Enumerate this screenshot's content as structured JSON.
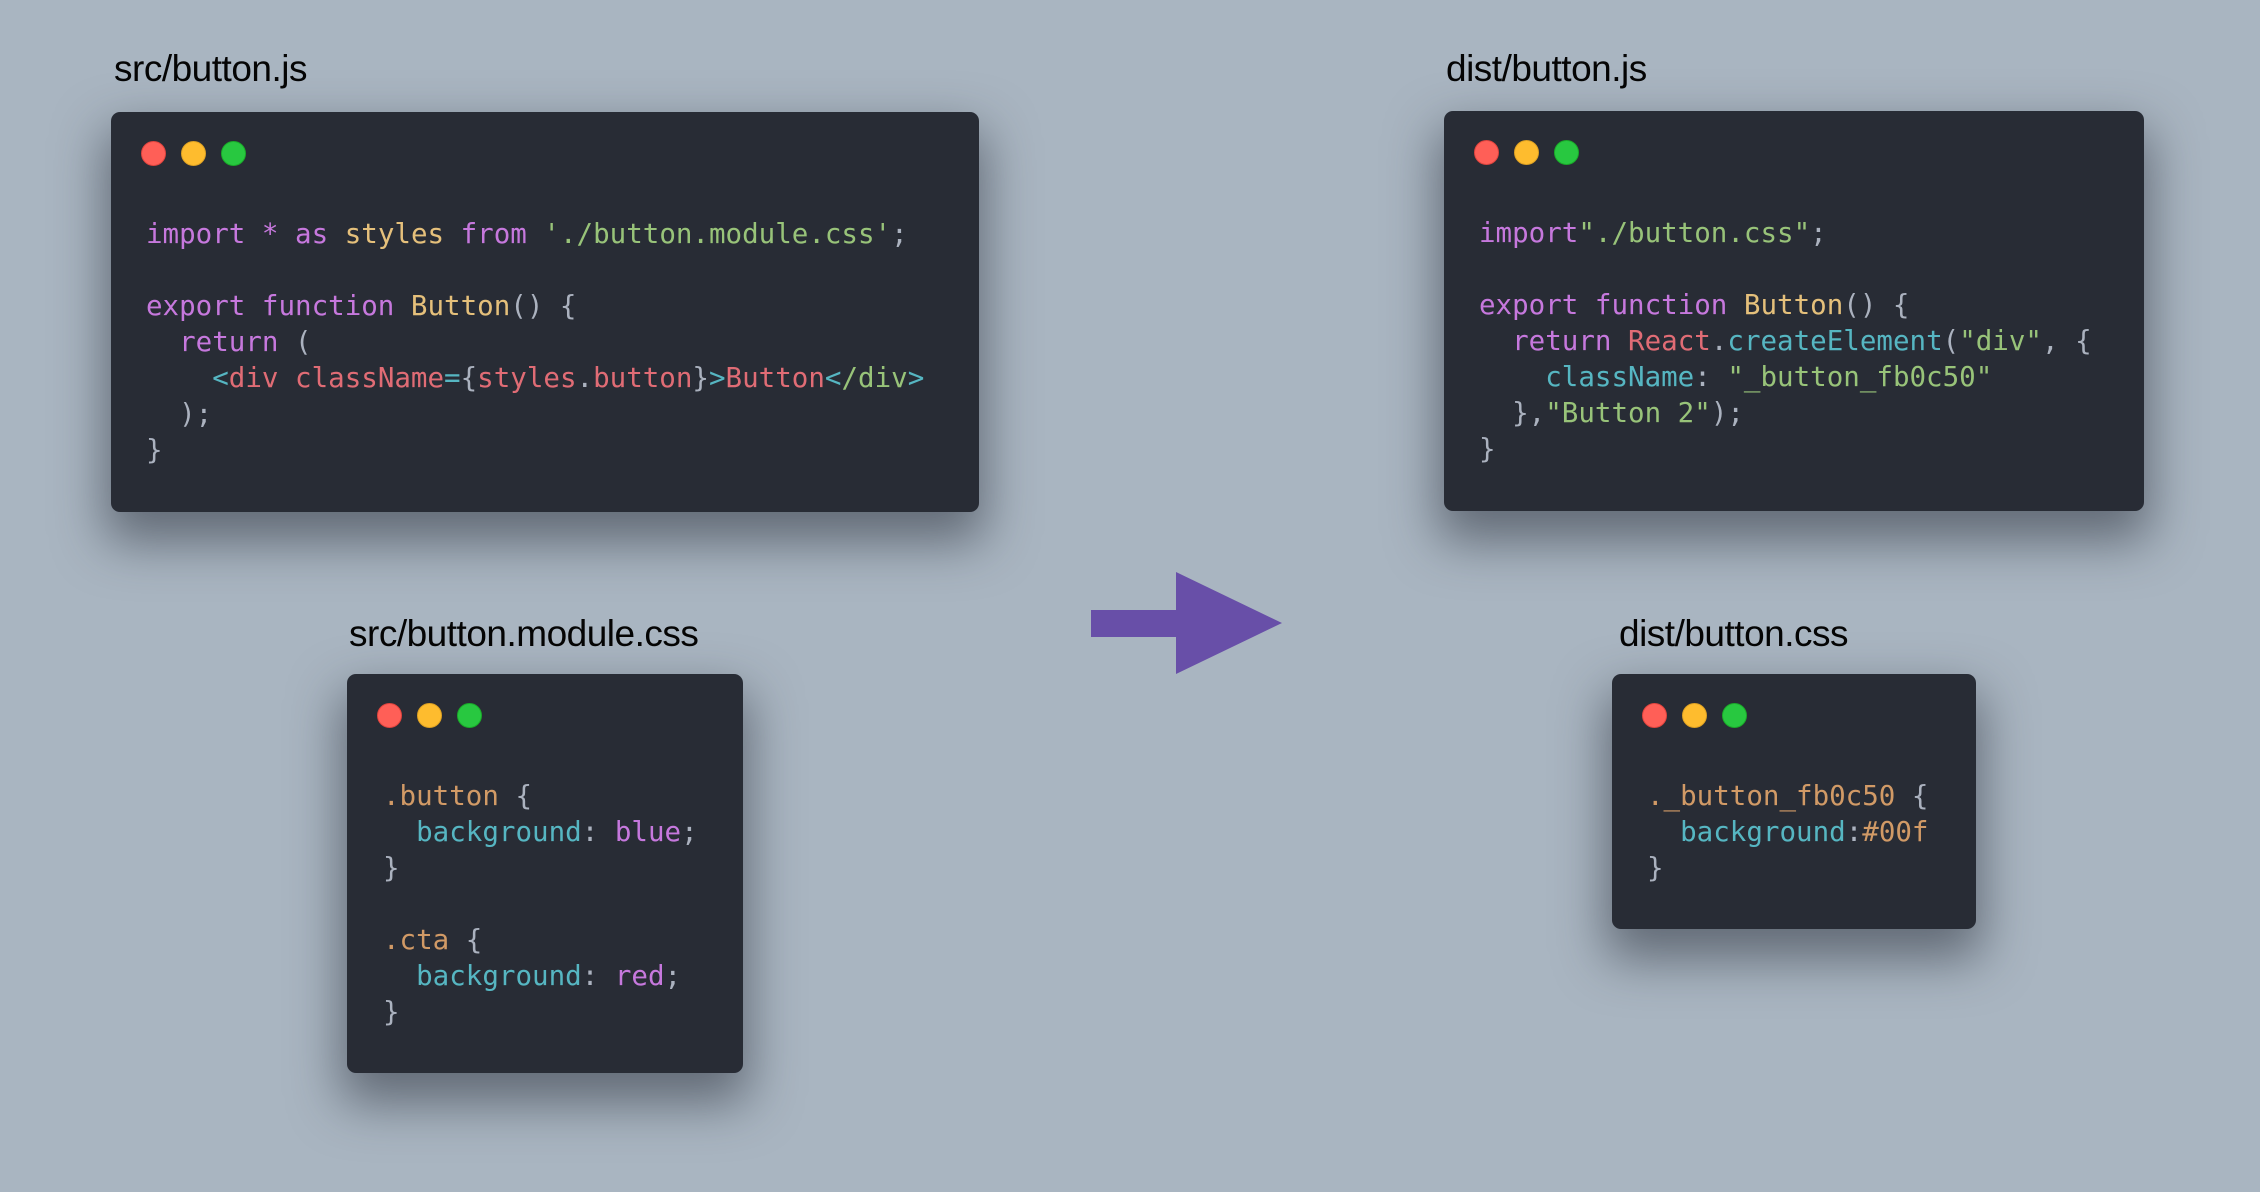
{
  "panels": {
    "src_js": {
      "title": "src/button.js",
      "lines": [
        [
          {
            "t": "import",
            "c": "kw"
          },
          {
            "t": " ",
            "c": "punc"
          },
          {
            "t": "*",
            "c": "kw"
          },
          {
            "t": " ",
            "c": "punc"
          },
          {
            "t": "as",
            "c": "kw"
          },
          {
            "t": " ",
            "c": "punc"
          },
          {
            "t": "styles",
            "c": "var"
          },
          {
            "t": " ",
            "c": "punc"
          },
          {
            "t": "from",
            "c": "kw"
          },
          {
            "t": " ",
            "c": "punc"
          },
          {
            "t": "'./button.module.css'",
            "c": "str"
          },
          {
            "t": ";",
            "c": "punc"
          }
        ],
        [],
        [
          {
            "t": "export",
            "c": "kw"
          },
          {
            "t": " ",
            "c": "punc"
          },
          {
            "t": "function",
            "c": "kw"
          },
          {
            "t": " ",
            "c": "punc"
          },
          {
            "t": "Button",
            "c": "fn"
          },
          {
            "t": "() {",
            "c": "punc"
          }
        ],
        [
          {
            "t": "  ",
            "c": "punc"
          },
          {
            "t": "return",
            "c": "kw"
          },
          {
            "t": " (",
            "c": "punc"
          }
        ],
        [
          {
            "t": "    ",
            "c": "punc"
          },
          {
            "t": "<",
            "c": "op"
          },
          {
            "t": "div",
            "c": "tag"
          },
          {
            "t": " ",
            "c": "punc"
          },
          {
            "t": "className",
            "c": "attr"
          },
          {
            "t": "=",
            "c": "op"
          },
          {
            "t": "{",
            "c": "punc"
          },
          {
            "t": "styles",
            "c": "tag"
          },
          {
            "t": ".",
            "c": "punc"
          },
          {
            "t": "button",
            "c": "tag"
          },
          {
            "t": "}",
            "c": "punc"
          },
          {
            "t": ">",
            "c": "op"
          },
          {
            "t": "Button",
            "c": "tag"
          },
          {
            "t": "<",
            "c": "op"
          },
          {
            "t": "/div",
            "c": "str"
          },
          {
            "t": ">",
            "c": "op"
          }
        ],
        [
          {
            "t": "  );",
            "c": "punc"
          }
        ],
        [
          {
            "t": "}",
            "c": "punc"
          }
        ]
      ]
    },
    "src_css": {
      "title": "src/button.module.css",
      "lines": [
        [
          {
            "t": ".button",
            "c": "sel"
          },
          {
            "t": " {",
            "c": "punc"
          }
        ],
        [
          {
            "t": "  ",
            "c": "punc"
          },
          {
            "t": "background",
            "c": "prop"
          },
          {
            "t": ": ",
            "c": "punc"
          },
          {
            "t": "blue",
            "c": "kw"
          },
          {
            "t": ";",
            "c": "punc"
          }
        ],
        [
          {
            "t": "}",
            "c": "punc"
          }
        ],
        [],
        [
          {
            "t": ".cta",
            "c": "sel"
          },
          {
            "t": " {",
            "c": "punc"
          }
        ],
        [
          {
            "t": "  ",
            "c": "punc"
          },
          {
            "t": "background",
            "c": "prop"
          },
          {
            "t": ": ",
            "c": "punc"
          },
          {
            "t": "red",
            "c": "kw"
          },
          {
            "t": ";",
            "c": "punc"
          }
        ],
        [
          {
            "t": "}",
            "c": "punc"
          }
        ]
      ]
    },
    "dist_js": {
      "title": "dist/button.js",
      "lines": [
        [
          {
            "t": "import",
            "c": "kw"
          },
          {
            "t": "\"./button.css\"",
            "c": "str"
          },
          {
            "t": ";",
            "c": "punc"
          }
        ],
        [],
        [
          {
            "t": "export",
            "c": "kw"
          },
          {
            "t": " ",
            "c": "punc"
          },
          {
            "t": "function",
            "c": "kw"
          },
          {
            "t": " ",
            "c": "punc"
          },
          {
            "t": "Button",
            "c": "fn"
          },
          {
            "t": "() {",
            "c": "punc"
          }
        ],
        [
          {
            "t": "  ",
            "c": "punc"
          },
          {
            "t": "return",
            "c": "kw"
          },
          {
            "t": " ",
            "c": "punc"
          },
          {
            "t": "React",
            "c": "obj"
          },
          {
            "t": ".",
            "c": "punc"
          },
          {
            "t": "createElement",
            "c": "method"
          },
          {
            "t": "(",
            "c": "punc"
          },
          {
            "t": "\"div\"",
            "c": "str"
          },
          {
            "t": ", {",
            "c": "punc"
          }
        ],
        [
          {
            "t": "    ",
            "c": "punc"
          },
          {
            "t": "className",
            "c": "prop"
          },
          {
            "t": ": ",
            "c": "punc"
          },
          {
            "t": "\"_button_fb0c50\"",
            "c": "str"
          }
        ],
        [
          {
            "t": "  },",
            "c": "punc"
          },
          {
            "t": "\"Button 2\"",
            "c": "str"
          },
          {
            "t": ");",
            "c": "punc"
          }
        ],
        [
          {
            "t": "}",
            "c": "punc"
          }
        ]
      ]
    },
    "dist_css": {
      "title": "dist/button.css",
      "lines": [
        [
          {
            "t": "._button_fb0c50",
            "c": "sel"
          },
          {
            "t": " {",
            "c": "punc"
          }
        ],
        [
          {
            "t": "  ",
            "c": "punc"
          },
          {
            "t": "background",
            "c": "prop"
          },
          {
            "t": ":",
            "c": "punc"
          },
          {
            "t": "#00f",
            "c": "num"
          }
        ],
        [
          {
            "t": "}",
            "c": "punc"
          }
        ]
      ]
    }
  },
  "arrow": {
    "icon": "arrow-right-icon",
    "color": "#684fa8"
  },
  "window_controls": [
    "close",
    "minimize",
    "maximize"
  ]
}
